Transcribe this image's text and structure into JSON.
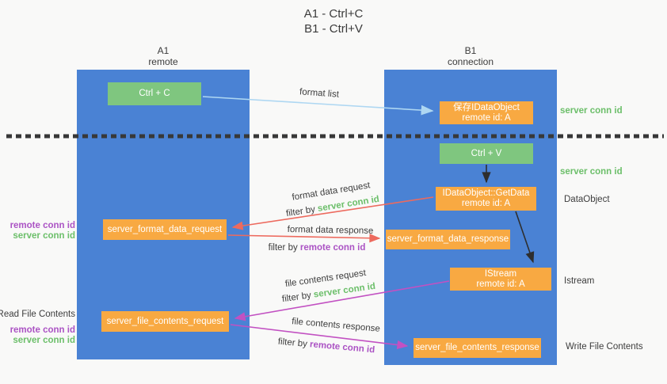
{
  "title": {
    "line1": "A1 - Ctrl+C",
    "line2": "B1 - Ctrl+V"
  },
  "lanes": {
    "a1": {
      "name": "A1",
      "subtitle": "remote"
    },
    "b1": {
      "name": "B1",
      "subtitle": "connection"
    }
  },
  "nodes": {
    "ctrl_c": {
      "label": "Ctrl + C"
    },
    "save_idataobject": {
      "line1": "保存IDataObject",
      "line2": "remote id: A"
    },
    "ctrl_v": {
      "label": "Ctrl + V"
    },
    "idataobject_getdata": {
      "line1": "IDataObject::GetData",
      "line2": "remote id: A"
    },
    "server_format_data_request": {
      "label": "server_format_data_request"
    },
    "server_format_data_response": {
      "label": "server_format_data_response"
    },
    "istream": {
      "line1": "IStream",
      "line2": "remote id: A"
    },
    "server_file_contents_request": {
      "label": "server_file_contents_request"
    },
    "server_file_contents_response": {
      "label": "server_file_contents_response"
    }
  },
  "edge_labels": {
    "format_list": "format list",
    "format_data_request": "format data request",
    "format_data_request_filter": {
      "prefix": "filter by ",
      "term": "server conn id"
    },
    "format_data_response": "format data response",
    "format_data_response_filter": {
      "prefix": "filter by ",
      "term": "remote conn id"
    },
    "file_contents_request": "file contents request",
    "file_contents_request_filter": {
      "prefix": "filter by ",
      "term": "server conn id"
    },
    "file_contents_response": "file contents response",
    "file_contents_response_filter": {
      "prefix": "filter by ",
      "term": "remote conn id"
    }
  },
  "side_labels": {
    "right": {
      "server_conn_id_top": "server conn id",
      "server_conn_id_mid": "server conn id",
      "dataobject": "DataObject",
      "istream": "Istream",
      "write_file_contents": "Write File Contents"
    },
    "left": {
      "remote_conn_id_top": "remote conn id",
      "server_conn_id_top": "server conn id",
      "read_file_contents": "Read File Contents",
      "remote_conn_id_bottom": "remote conn id",
      "server_conn_id_bottom": "server conn id"
    }
  },
  "colors": {
    "lane_blue": "#4a82d4",
    "node_green": "#7fc67f",
    "node_orange": "#f8a942",
    "arrow_light_blue": "#aed7f2",
    "arrow_red": "#ed6a5e",
    "arrow_magenta": "#c251c2",
    "arrow_black": "#2e2e2e",
    "separator_dark": "#383838",
    "text_green": "#6cbf6a",
    "text_purple": "#ab53c4",
    "text_dark": "#3b3b3b",
    "background": "#f9f9f8"
  }
}
